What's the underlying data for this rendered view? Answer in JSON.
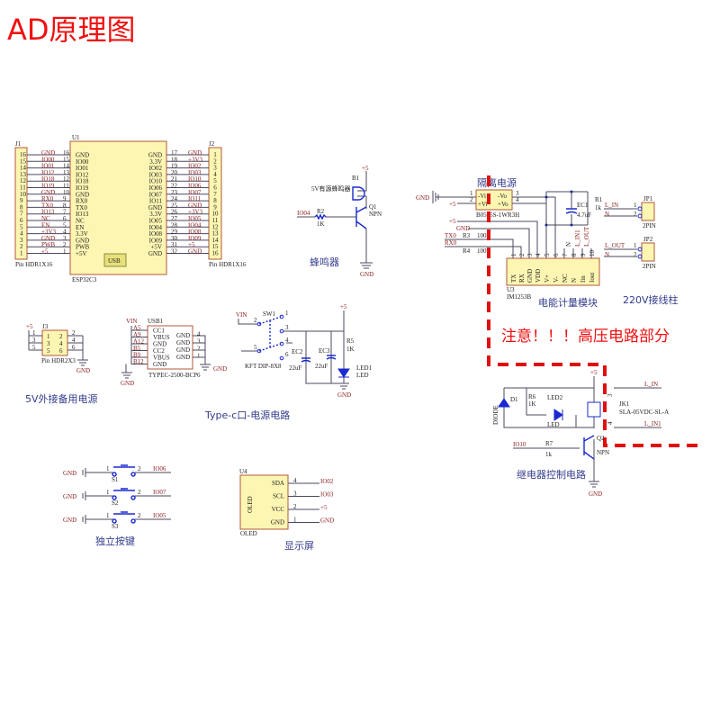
{
  "title": "AD原理图",
  "esp32": {
    "j1": "J1",
    "j2": "J2",
    "u1": "U1",
    "u1_name": "ESP32C3",
    "usb": "USB",
    "j1_footprint": "Pin HDR1X16",
    "j2_footprint": "Pin HDR1X16",
    "left_pins": [
      {
        "hdr": "16",
        "net": "GND",
        "num": "16",
        "name": "GND"
      },
      {
        "hdr": "15",
        "net": "IO00",
        "num": "15",
        "name": "IO00"
      },
      {
        "hdr": "14",
        "net": "IO01",
        "num": "14",
        "name": "IO01"
      },
      {
        "hdr": "13",
        "net": "IO12",
        "num": "13",
        "name": "IO12"
      },
      {
        "hdr": "12",
        "net": "IO18",
        "num": "12",
        "name": "IO18"
      },
      {
        "hdr": "11",
        "net": "IO19",
        "num": "11",
        "name": "IO19"
      },
      {
        "hdr": "10",
        "net": "GND",
        "num": "10",
        "name": "GND"
      },
      {
        "hdr": "9",
        "net": "RX0",
        "num": "9",
        "name": "RX0"
      },
      {
        "hdr": "8",
        "net": "TX0",
        "num": "8",
        "name": "TX0"
      },
      {
        "hdr": "7",
        "net": "IO13",
        "num": "7",
        "name": "IO13"
      },
      {
        "hdr": "6",
        "net": "NC",
        "num": "6",
        "name": "NC"
      },
      {
        "hdr": "5",
        "net": "EN",
        "num": "5",
        "name": "EN"
      },
      {
        "hdr": "4",
        "net": "+3V3",
        "num": "4",
        "name": "3.3V"
      },
      {
        "hdr": "3",
        "net": "GND",
        "num": "3",
        "name": "GND"
      },
      {
        "hdr": "2",
        "net": "PWB",
        "num": "2",
        "name": "PWB"
      },
      {
        "hdr": "1",
        "net": "+5",
        "num": "1",
        "name": "+5V"
      }
    ],
    "right_pins": [
      {
        "name": "GND",
        "num": "17",
        "net": "GND",
        "hdr": "1"
      },
      {
        "name": "3.3V",
        "num": "18",
        "net": "+3V3",
        "hdr": "2"
      },
      {
        "name": "IO02",
        "num": "19",
        "net": "IO02",
        "hdr": "3"
      },
      {
        "name": "IO03",
        "num": "20",
        "net": "IO03",
        "hdr": "4"
      },
      {
        "name": "IO10",
        "num": "21",
        "net": "IO10",
        "hdr": "5"
      },
      {
        "name": "IO06",
        "num": "22",
        "net": "IO06",
        "hdr": "6"
      },
      {
        "name": "IO07",
        "num": "23",
        "net": "IO07",
        "hdr": "7"
      },
      {
        "name": "IO11",
        "num": "24",
        "net": "IO11",
        "hdr": "8"
      },
      {
        "name": "GND",
        "num": "25",
        "net": "GND",
        "hdr": "9"
      },
      {
        "name": "3.3V",
        "num": "26",
        "net": "+3V3",
        "hdr": "10"
      },
      {
        "name": "IO05",
        "num": "27",
        "net": "IO05",
        "hdr": "11"
      },
      {
        "name": "IO04",
        "num": "28",
        "net": "IO04",
        "hdr": "12"
      },
      {
        "name": "IO08",
        "num": "29",
        "net": "IO08",
        "hdr": "13"
      },
      {
        "name": "IO09",
        "num": "30",
        "net": "IO09",
        "hdr": "14"
      },
      {
        "name": "+5V",
        "num": "31",
        "net": "+5",
        "hdr": "15"
      },
      {
        "name": "GND",
        "num": "32",
        "net": "GND",
        "hdr": "16"
      }
    ]
  },
  "buzzer": {
    "plus5": "+5",
    "b1": "B1",
    "b1_desc": "5V有源蜂鸣器",
    "q1": "Q1",
    "npn": "NPN",
    "io": "IO04",
    "r2": "R2",
    "r2_val": "1K",
    "gnd": "GND",
    "caption": "蜂鸣器"
  },
  "power_module": {
    "caption_iso": "隔离电源",
    "gnd": "GND",
    "plus5": "+5",
    "p1": "1",
    "p2": "2",
    "p3": "3",
    "p4": "4",
    "vin_minus": "-Vi",
    "vin_plus": "+Vi",
    "vo_minus": "-Vo",
    "vo_plus": "+Vo",
    "iso_part": "B0505S-1WR3H",
    "plus5b": "+5",
    "gnd2": "GND",
    "tx0": "TX0",
    "r3": "R3",
    "r3_val": "100R",
    "rx0": "RX0",
    "r4": "R4",
    "r4_val": "100R",
    "ec1": "EC1",
    "ec1_val": "4.7uF",
    "r1": "R1",
    "r1_val": "1k",
    "u3_pins": [
      {
        "num": "1",
        "name": "TX"
      },
      {
        "num": "2",
        "name": "RX"
      },
      {
        "num": "3",
        "name": "GND"
      },
      {
        "num": "4",
        "name": "VDD"
      },
      {
        "num": "5",
        "name": "V+"
      },
      {
        "num": "6",
        "name": "V-"
      },
      {
        "num": "7",
        "name": "NC"
      },
      {
        "num": "8",
        "name": "N"
      },
      {
        "num": "9",
        "name": "Iin"
      },
      {
        "num": "10",
        "name": "Iout"
      }
    ],
    "n_label": "N",
    "l_in": "L_IN1",
    "l_out": "L_OUT",
    "u3": "U3",
    "u3_part": "IM1253B",
    "caption": "电能计量模块"
  },
  "terminals": {
    "jp1": "JP1",
    "jp2": "JP2",
    "l_in": "L_IN",
    "n1": "N",
    "l_out": "L_OUT",
    "n2": "N",
    "p1": "1",
    "p2": "2",
    "p3": "1",
    "p4": "2",
    "fp1": "2PIN",
    "fp2": "2PIN",
    "caption": "220V接线柱"
  },
  "warning": "注意！！！高压电路部分",
  "j3": {
    "plus5": "+5",
    "j3": "J3",
    "pins": [
      "1",
      "2",
      "3",
      "4",
      "5",
      "6"
    ],
    "footprint": "Pin HDR2X3",
    "gnd": "GND",
    "caption": "5V外接备用电源"
  },
  "typec": {
    "vin": "VIN",
    "usb1": "USB1",
    "left": [
      "A5",
      "A9",
      "A12",
      "B5",
      "B9",
      "B12"
    ],
    "inner_left": [
      "CC1",
      "VBUS",
      "GND",
      "CC2",
      "VBUS",
      "GND"
    ],
    "inner_right": [
      "GND",
      "GND",
      "GND",
      "GND"
    ],
    "right_nums": [
      "4",
      "3",
      "2",
      "1"
    ],
    "part": "TYPEC-2500-BCP6",
    "gnd1": "GND",
    "gnd2": "GND",
    "caption": "Type-c口-电源电路"
  },
  "switch": {
    "vin": "VIN",
    "sw1": "SW1",
    "nums": [
      "1",
      "2",
      "3",
      "4",
      "5",
      "6"
    ],
    "part": "KFT DIP-8X8",
    "ec2": "EC2",
    "ec2_val": "22uF",
    "ec3": "EC3",
    "ec3_val": "22uF",
    "plus5": "+5",
    "r5": "R5",
    "r5_val": "1K",
    "led1": "LED1",
    "led": "LED",
    "gnd": "GND"
  },
  "relay": {
    "plus5": "+5",
    "d1": "D1",
    "diode": "DIODE",
    "r6": "R6",
    "r6_val": "1K",
    "led2": "LED2",
    "led": "LED",
    "jk1": "JK1",
    "jk1_part": "SLA-05VDC-SL-A",
    "l_in": "L_IN",
    "l_in1": "L_IN1",
    "q2": "Q2",
    "npn": "NPN",
    "io": "IO10",
    "r7": "R7",
    "r7_val": "1k",
    "gnd": "GND",
    "caption": "继电器控制电路",
    "pin3": "3",
    "pin4": "4"
  },
  "buttons": {
    "items": [
      {
        "gnd": "GND",
        "s": "S1",
        "io": "IO06"
      },
      {
        "gnd": "GND",
        "s": "S2",
        "io": "IO07"
      },
      {
        "gnd": "GND",
        "s": "S3",
        "io": "IO05"
      }
    ],
    "p1": "1",
    "p2": "2",
    "caption": "独立按键"
  },
  "oled": {
    "u4": "U4",
    "name": "OLED",
    "footprint": "OLED",
    "pins": [
      {
        "name": "SDA",
        "num": "4",
        "net": "IO02"
      },
      {
        "name": "SCL",
        "num": "3",
        "net": "IO03"
      },
      {
        "name": "VCC",
        "num": "2",
        "net": "+5"
      },
      {
        "name": "GND",
        "num": "1",
        "net": "GND"
      }
    ],
    "caption": "显示屏"
  },
  "colors": {
    "title": "#f01010",
    "warning": "#f01010",
    "wire": "#4a4a60",
    "component": "#1a2ad0",
    "box_fill": "#fdf6b2",
    "net": "#8b1a1a",
    "caption": "#333c8c"
  }
}
